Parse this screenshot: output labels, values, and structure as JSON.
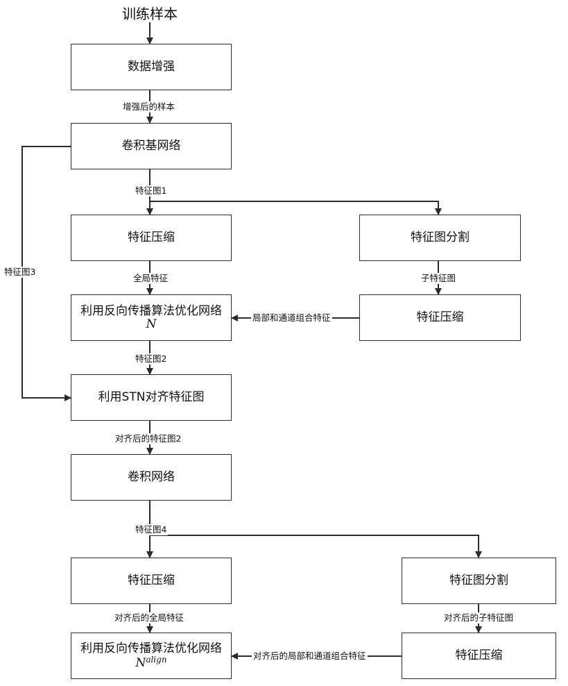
{
  "title": "训练样本",
  "boxes": {
    "augment": "数据增强",
    "conv_base": "卷积基网络",
    "compress1": "特征压缩",
    "split1": "特征图分割",
    "compress2": "特征压缩",
    "optimize1": "利用反向传播算法优化网络",
    "optimize1_math": "N",
    "stn": "利用STN对齐特征图",
    "conv": "卷积网络",
    "compress3": "特征压缩",
    "split2": "特征图分割",
    "compress4": "特征压缩",
    "optimize2": "利用反向传播算法优化网络",
    "optimize2_math_base": "N",
    "optimize2_math_sup": "align"
  },
  "labels": {
    "augmented": "增强后的样本",
    "fmap1": "特征图1",
    "fmap3": "特征图3",
    "global": "全局特征",
    "sub": "子特征图",
    "combined": "局部和通道组合特征",
    "fmap2": "特征图2",
    "aligned_fmap2": "对齐后的特征图2",
    "fmap4": "特征图4",
    "aligned_global": "对齐后的全局特征",
    "aligned_sub": "对齐后的子特征图",
    "aligned_combined": "对齐后的局部和通道组合特征"
  }
}
